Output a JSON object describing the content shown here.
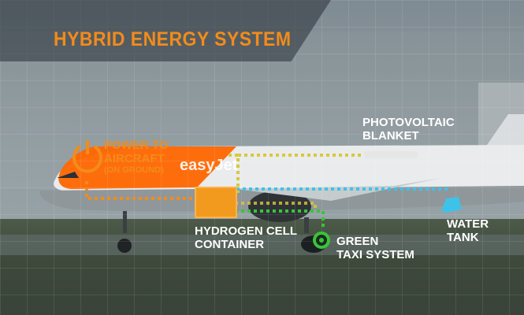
{
  "title": "HYBRID ENERGY SYSTEM",
  "labels": {
    "power_line1": "POWER TO",
    "power_line2": "AIRCRAFT",
    "power_sub": "(ON GROUND)",
    "pv_line1": "PHOTOVOLTAIC",
    "pv_line2": "BLANKET",
    "hydrogen_line1": "HYDROGEN CELL",
    "hydrogen_line2": "CONTAINER",
    "taxi_line1": "GREEN",
    "taxi_line2": "TAXI SYSTEM",
    "water_line1": "WATER",
    "water_line2": "TANK"
  },
  "livery_text": "easyJet",
  "colors": {
    "orange": "#f28c1a",
    "yellow": "#d9c93a",
    "cyan": "#3fc2e8",
    "green": "#39c43a",
    "livery": "#ff6600"
  },
  "icons": {
    "power": "power-icon",
    "hydrogen": "hydrogen-container-icon",
    "pv": "photovoltaic-blanket-icon",
    "water": "water-tank-icon",
    "taxi": "green-taxi-icon"
  }
}
